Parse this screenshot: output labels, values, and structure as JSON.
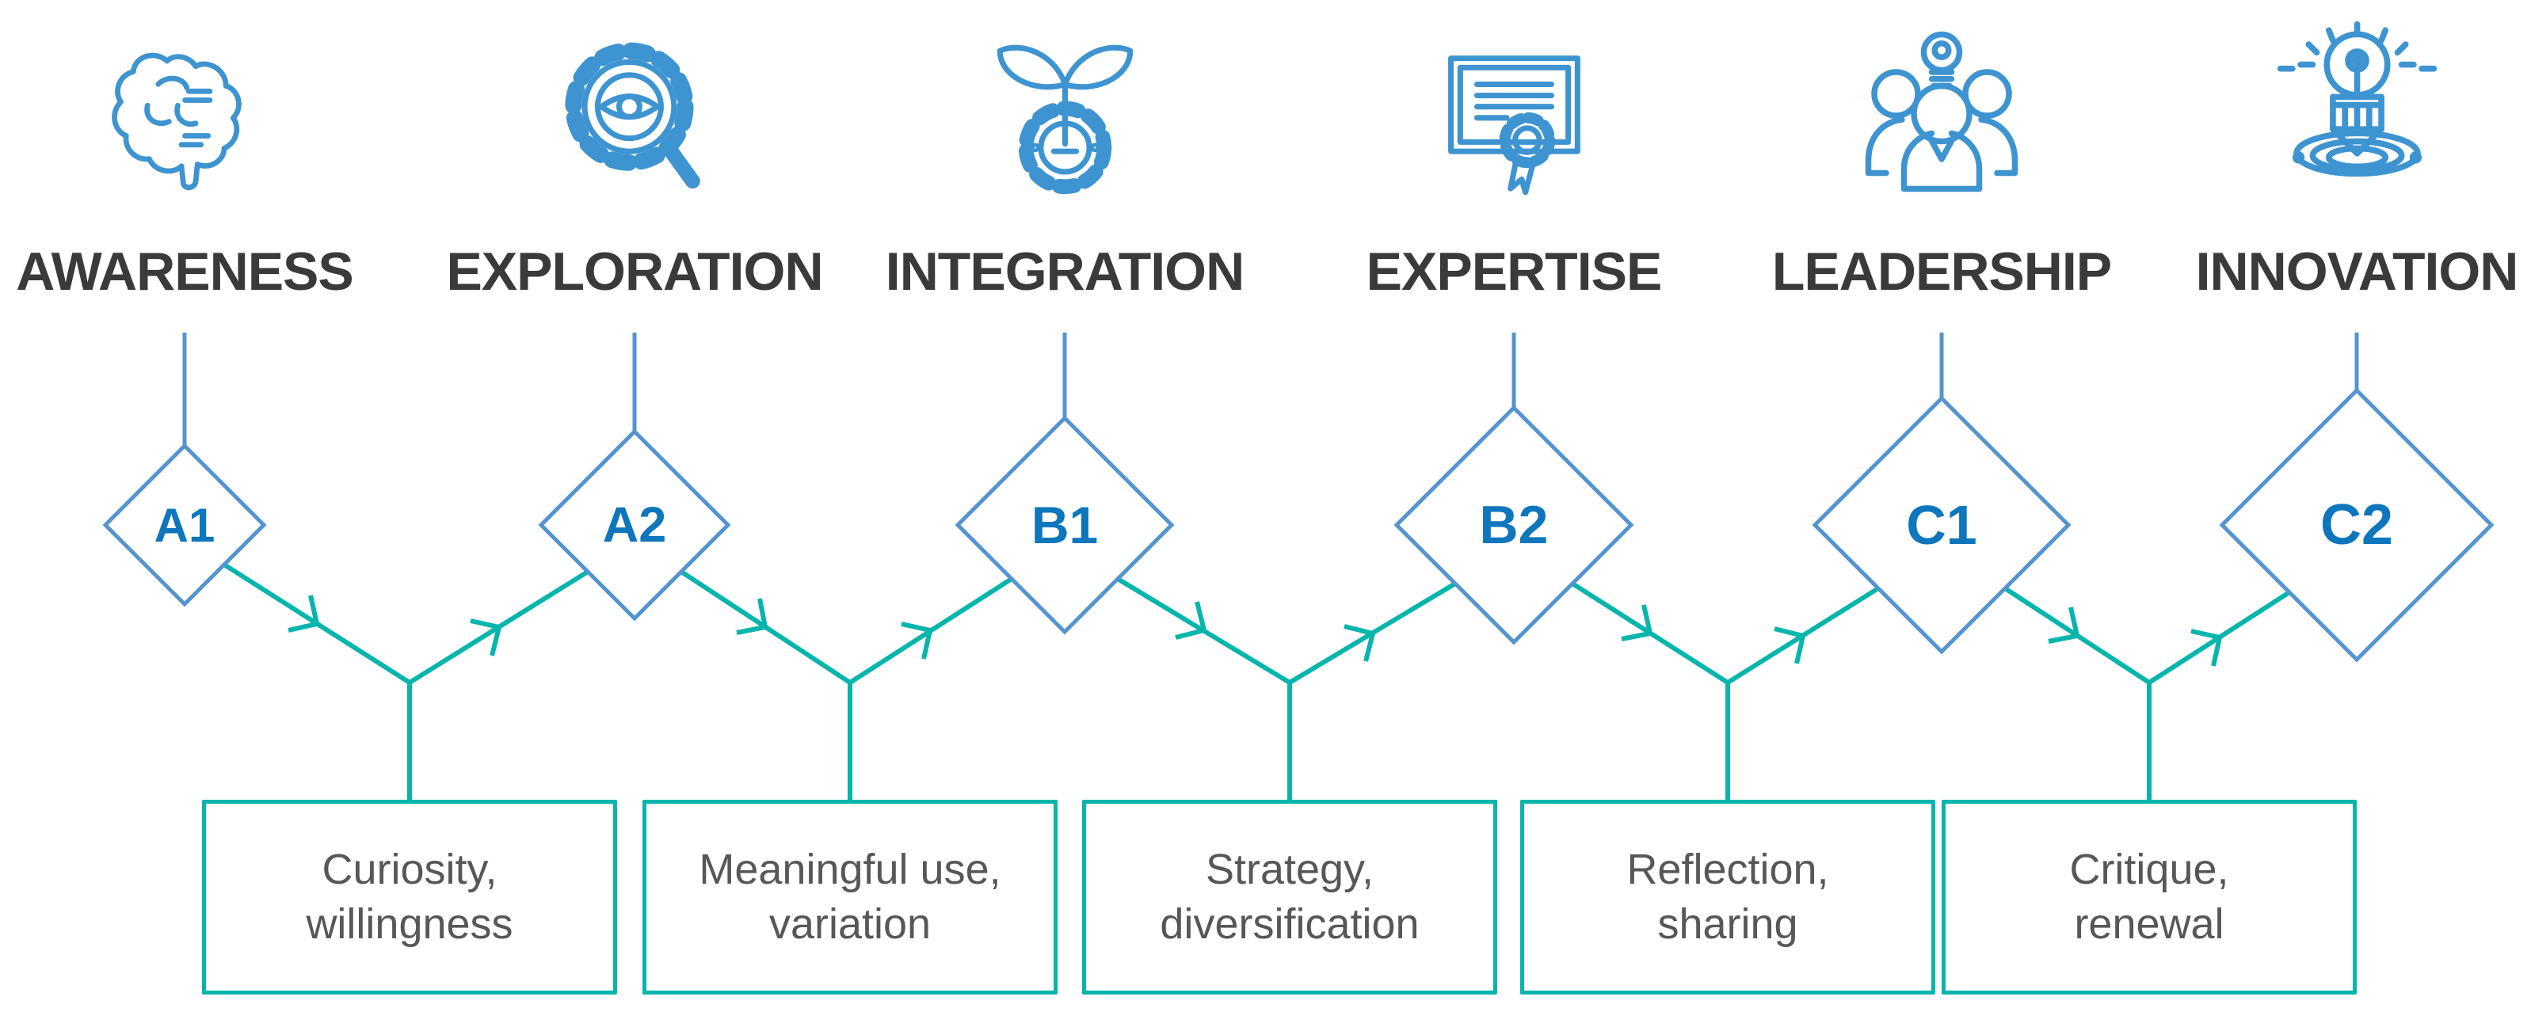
{
  "diagram": {
    "stages": [
      {
        "label": "AWARENESS",
        "level": "A1",
        "icon": "brain-icon"
      },
      {
        "label": "EXPLORATION",
        "level": "A2",
        "icon": "gear-eye-magnifier-icon"
      },
      {
        "label": "INTEGRATION",
        "level": "B1",
        "icon": "sprout-gear-icon"
      },
      {
        "label": "EXPERTISE",
        "level": "B2",
        "icon": "certificate-rosette-icon"
      },
      {
        "label": "LEADERSHIP",
        "level": "C1",
        "icon": "team-lightbulb-icon"
      },
      {
        "label": "INNOVATION",
        "level": "C2",
        "icon": "lightbulb-pencil-swirl-icon"
      }
    ],
    "transitions": [
      {
        "line1": "Curiosity,",
        "line2": "willingness"
      },
      {
        "line1": "Meaningful use,",
        "line2": "variation"
      },
      {
        "line1": "Strategy,",
        "line2": "diversification"
      },
      {
        "line1": "Reflection,",
        "line2": "sharing"
      },
      {
        "line1": "Critique,",
        "line2": "renewal"
      }
    ],
    "colors": {
      "icon_blue": "#3e94d1",
      "diamond_outline_blue": "#5494cf",
      "level_code_blue": "#0e76bc",
      "connector_teal": "#06b5ac",
      "stage_label_dark": "#3a3a39",
      "box_text_gray": "#575756"
    }
  }
}
